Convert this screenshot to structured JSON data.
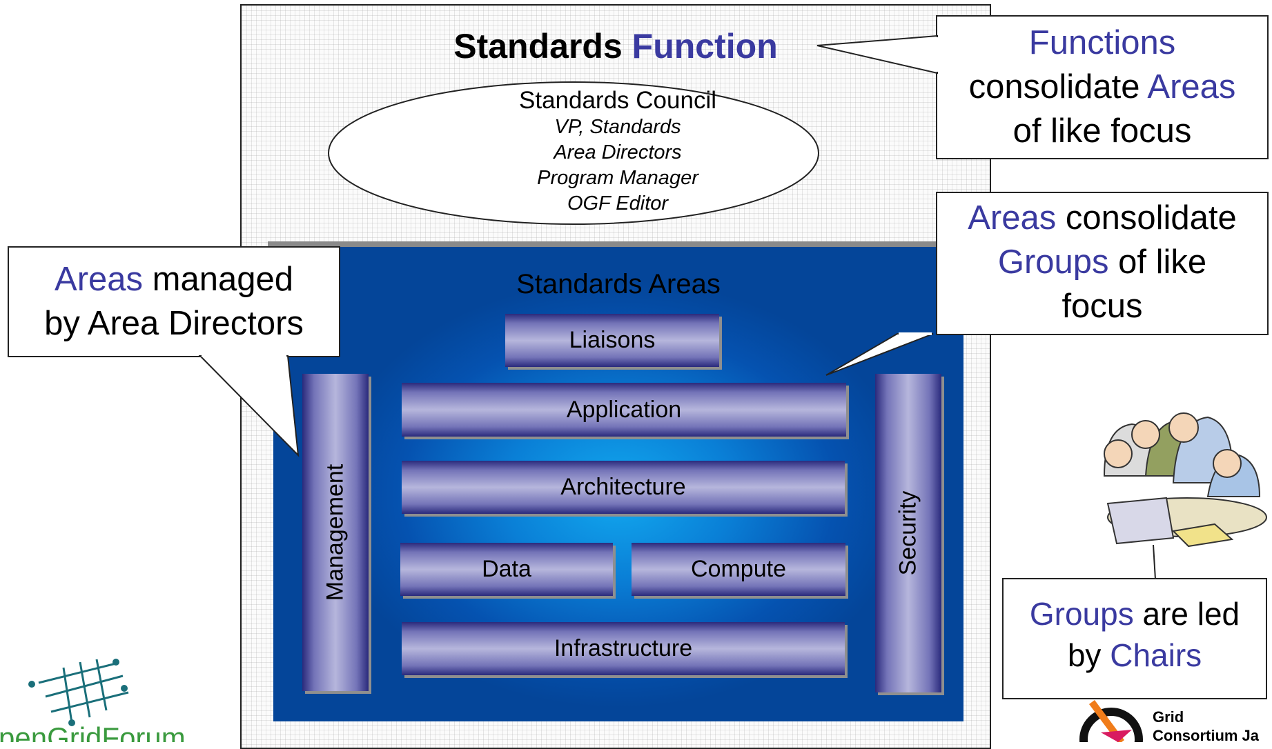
{
  "function": {
    "title_black": "Standards",
    "title_purple": "Function"
  },
  "council": {
    "title": "Standards Council",
    "members": [
      "VP, Standards",
      "Area Directors",
      "Program Manager",
      "OGF Editor"
    ]
  },
  "areas": {
    "title": "Standards Areas",
    "liaisons": "Liaisons",
    "application": "Application",
    "architecture": "Architecture",
    "data": "Data",
    "compute": "Compute",
    "infrastructure": "Infrastructure",
    "management": "Management",
    "security": "Security"
  },
  "callouts": {
    "functions": {
      "line1_purple": "Functions",
      "line2_black": "consolidate ",
      "line2_purple": "Areas",
      "line3_black": "of like focus"
    },
    "areas_groups": {
      "line1_purple": "Areas",
      "line1_black": " consolidate",
      "line2_purple": "Groups",
      "line2_black": " of like",
      "line3_black": "focus"
    },
    "managed": {
      "line1_purple": "Areas",
      "line1_black": " managed",
      "line2_black": "by Area Directors"
    },
    "groups": {
      "line1_purple": "Groups",
      "line1_black": " are led",
      "line2_black": "by ",
      "line2_purple": "Chairs"
    }
  },
  "logos": {
    "ogf_text": "penGridForum",
    "gcj_line1": "Grid",
    "gcj_line2": "Consortium Ja"
  },
  "colors": {
    "accent_purple": "#3a3aa0",
    "area_blue": "#0a7fd6",
    "bar_purple": "#7474b8"
  }
}
